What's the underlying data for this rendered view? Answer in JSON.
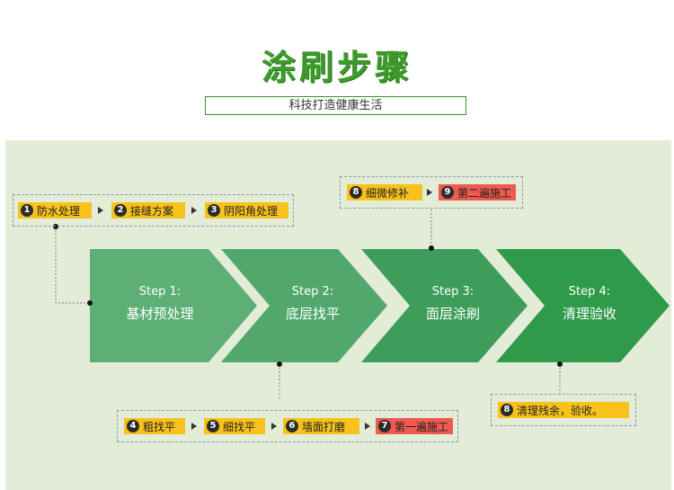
{
  "header": {
    "title": "涂刷步骤",
    "subtitle": "科技打造健康生活"
  },
  "colors": {
    "title_green": "#3f9a2c",
    "panel_bg": "#e3ecd7",
    "tag_yellow": "#f8c21c",
    "tag_red": "#ee5a4f",
    "step_1": "#5daf75",
    "step_2": "#52a86c",
    "step_3": "#3e9d5b",
    "step_4": "#2f9a4a"
  },
  "steps": [
    {
      "label": "Step 1:",
      "name": "基材预处理"
    },
    {
      "label": "Step 2:",
      "name": "底层找平"
    },
    {
      "label": "Step 3:",
      "name": "面层涂刷"
    },
    {
      "label": "Step 4:",
      "name": "清理验收"
    }
  ],
  "groups": {
    "step1": [
      {
        "num": "1",
        "text": "防水处理",
        "color": "yellow"
      },
      {
        "num": "2",
        "text": "接缝方案",
        "color": "yellow"
      },
      {
        "num": "3",
        "text": "阴阳角处理",
        "color": "yellow"
      }
    ],
    "step2": [
      {
        "num": "4",
        "text": "粗找平",
        "color": "yellow"
      },
      {
        "num": "5",
        "text": "细找平",
        "color": "yellow"
      },
      {
        "num": "6",
        "text": "墙面打磨",
        "color": "yellow"
      },
      {
        "num": "7",
        "text": "第一遍施工",
        "color": "red"
      }
    ],
    "step3": [
      {
        "num": "8",
        "text": "细微修补",
        "color": "yellow"
      },
      {
        "num": "9",
        "text": "第二遍施工",
        "color": "red"
      }
    ],
    "step4": [
      {
        "num": "8",
        "text": "清理残余，验收。",
        "color": "yellow"
      }
    ]
  }
}
